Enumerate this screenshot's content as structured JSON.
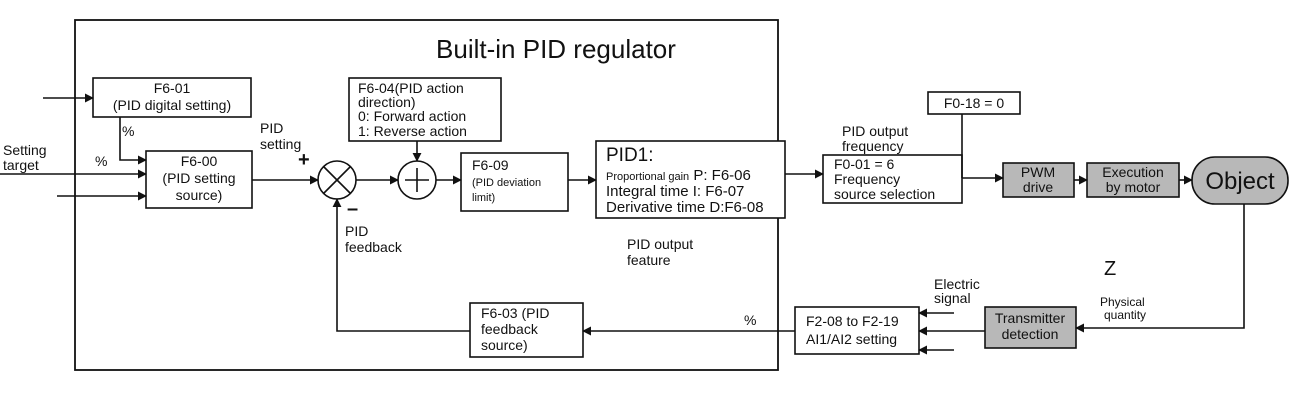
{
  "title": "Built-in PID regulator",
  "blocks": {
    "f6_01": [
      "F6-01",
      "(PID digital setting)"
    ],
    "f6_00": [
      "F6-00",
      "(PID setting",
      "source)"
    ],
    "f6_04": [
      "F6-04(PID action",
      "direction)",
      "0: Forward action",
      "1: Reverse action"
    ],
    "f6_09": [
      "F6-09",
      "(PID deviation",
      "limit)"
    ],
    "pid1": {
      "heading": "PID1:",
      "gain_prefix": "Proportional gain",
      "gain_value": " P: F6-06",
      "integral": "Integral time I: F6-07",
      "derivative": "Derivative time D:F6-08"
    },
    "f0_18": "F0-18 = 0",
    "f0_01": [
      "F0-01 = 6",
      "Frequency",
      "source selection"
    ],
    "pwm": [
      "PWM",
      "drive"
    ],
    "execution": [
      "Execution",
      "by motor"
    ],
    "object": "Object",
    "transmitter": [
      "Transmitter",
      "detection"
    ],
    "f2_08": [
      "F2-08 to F2-19",
      "AI1/AI2 setting"
    ],
    "f6_03": [
      "F6-03 (PID",
      "feedback",
      "source)"
    ]
  },
  "labels": {
    "setting_target": [
      "Setting",
      "target"
    ],
    "pct_input": "%",
    "pct_digital": "%",
    "pid_setting": [
      "PID",
      "setting"
    ],
    "plus": "+",
    "minus": "–",
    "pid_feedback": [
      "PID",
      "feedback"
    ],
    "pid_output_feature": [
      "PID output",
      "feature"
    ],
    "pid_output_frequency": [
      "PID output",
      "frequency"
    ],
    "z": "Z",
    "electric_signal": [
      "Electric",
      "signal"
    ],
    "physical_quantity": [
      "Physical",
      "quantity"
    ],
    "pct_feedback": "%"
  },
  "colors": {
    "line": "#111111",
    "block_fill": "#ffffff",
    "gray_block": "#b8b8b8"
  }
}
